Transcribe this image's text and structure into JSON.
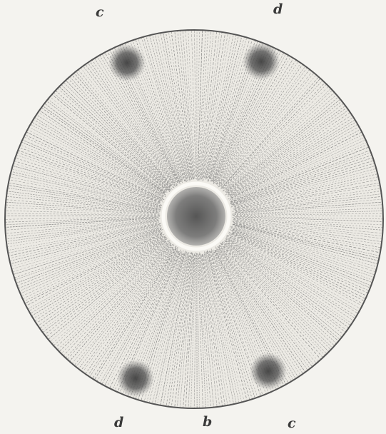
{
  "figure": {
    "labels": {
      "top_left": "c",
      "top_right": "d",
      "bottom_left": "d",
      "bottom_center": "b",
      "bottom_right": "c"
    },
    "colors": {
      "background": "#f4f3ef",
      "outline": "#555555",
      "hatching": "#6e6e6e",
      "spot": "#4a4a4a",
      "ring": "#fbfaf6"
    }
  }
}
